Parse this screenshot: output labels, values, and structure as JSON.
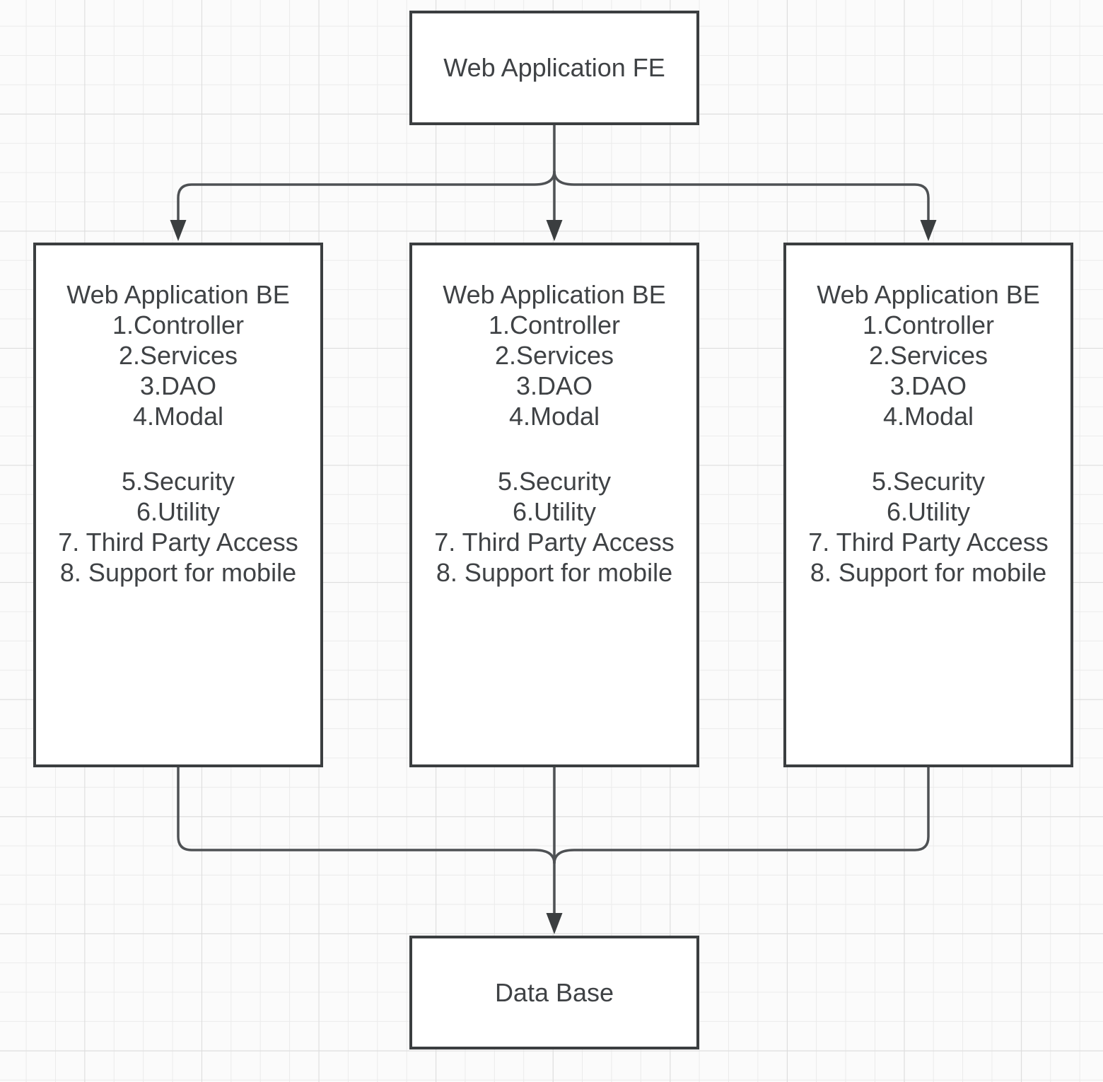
{
  "colors": {
    "background": "#fbfbfb",
    "grid_minor": "#ebebeb",
    "grid_major": "#dcdcdc",
    "box_fill": "#ffffff",
    "box_border": "#3b3e40",
    "connector": "#4e5154",
    "arrow": "#3b3e40",
    "text": "#3f4245"
  },
  "nodes": {
    "fe": {
      "label": "Web Application FE"
    },
    "be_boxes": [
      {
        "title": "Web Application BE",
        "lines": [
          "1.Controller",
          "2.Services",
          "3.DAO",
          "4.Modal",
          "",
          "5.Security",
          "6.Utility",
          "7. Third Party Access",
          "8. Support for mobile"
        ]
      },
      {
        "title": "Web Application BE",
        "lines": [
          "1.Controller",
          "2.Services",
          "3.DAO",
          "4.Modal",
          "",
          "5.Security",
          "6.Utility",
          "7. Third Party Access",
          "8. Support for mobile"
        ]
      },
      {
        "title": "Web Application BE",
        "lines": [
          "1.Controller",
          "2.Services",
          "3.DAO",
          "4.Modal",
          "",
          "5.Security",
          "6.Utility",
          "7. Third Party Access",
          "8. Support for mobile"
        ]
      }
    ],
    "db": {
      "label": "Data Base"
    }
  }
}
